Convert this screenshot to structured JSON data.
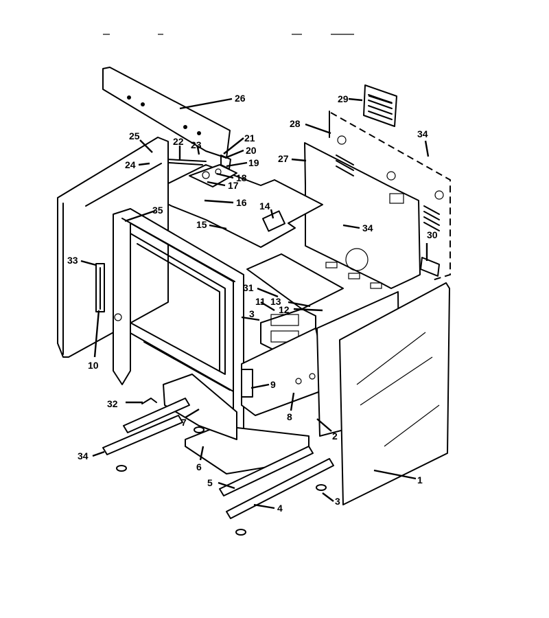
{
  "callouts": [
    {
      "n": "1"
    },
    {
      "n": "2"
    },
    {
      "n": "3"
    },
    {
      "n": "4"
    },
    {
      "n": "5"
    },
    {
      "n": "6"
    },
    {
      "n": "7"
    },
    {
      "n": "8"
    },
    {
      "n": "9"
    },
    {
      "n": "10"
    },
    {
      "n": "11"
    },
    {
      "n": "12"
    },
    {
      "n": "13"
    },
    {
      "n": "14"
    },
    {
      "n": "15"
    },
    {
      "n": "16"
    },
    {
      "n": "17"
    },
    {
      "n": "18"
    },
    {
      "n": "19"
    },
    {
      "n": "20"
    },
    {
      "n": "21"
    },
    {
      "n": "22"
    },
    {
      "n": "23"
    },
    {
      "n": "24"
    },
    {
      "n": "25"
    },
    {
      "n": "26"
    },
    {
      "n": "27"
    },
    {
      "n": "28"
    },
    {
      "n": "29"
    },
    {
      "n": "30"
    },
    {
      "n": "31"
    },
    {
      "n": "32"
    },
    {
      "n": "33"
    },
    {
      "n": "34"
    },
    {
      "n": "34"
    },
    {
      "n": "34"
    },
    {
      "n": "35"
    },
    {
      "n": "3"
    }
  ]
}
